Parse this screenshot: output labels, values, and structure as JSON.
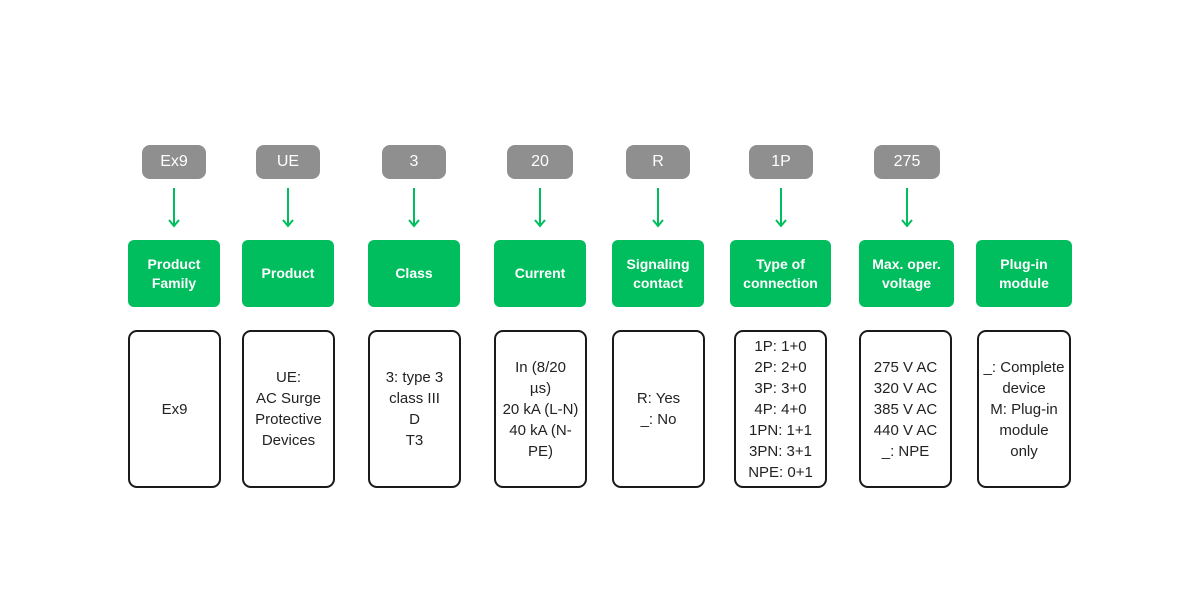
{
  "colors": {
    "code_pill": "#8f8f8f",
    "header": "#00bd5e",
    "arrow": "#00bd5e",
    "detail_border": "#1a1a1a"
  },
  "columns": [
    {
      "code": "Ex9",
      "header": "Product\nFamily",
      "details": [
        "Ex9"
      ]
    },
    {
      "code": "UE",
      "header": "Product",
      "details": [
        "UE:",
        "AC Surge",
        "Protective",
        "Devices"
      ]
    },
    {
      "code": "3",
      "header": "Class",
      "details": [
        "3: type 3",
        "class III",
        "D",
        "T3"
      ]
    },
    {
      "code": "20",
      "header": "Current",
      "details": [
        "In (8/20",
        "µs)",
        "20 kA (L-N)",
        "40 kA (N-",
        "PE)"
      ]
    },
    {
      "code": "R",
      "header": "Signaling\ncontact",
      "details": [
        "R: Yes",
        "_: No"
      ]
    },
    {
      "code": "1P",
      "header": "Type of\nconnection",
      "details": [
        "1P: 1+0",
        "2P: 2+0",
        "3P: 3+0",
        "4P: 4+0",
        "1PN: 1+1",
        "3PN: 3+1",
        "NPE: 0+1"
      ]
    },
    {
      "code": "275",
      "header": "Max. oper.\nvoltage",
      "details": [
        "275 V AC",
        "320 V AC",
        "385 V AC",
        "440 V AC",
        "_: NPE"
      ]
    },
    {
      "header": "Plug-in\nmodule",
      "details": [
        "_: Complete",
        "device",
        "M: Plug-in",
        "module",
        "only"
      ]
    }
  ]
}
